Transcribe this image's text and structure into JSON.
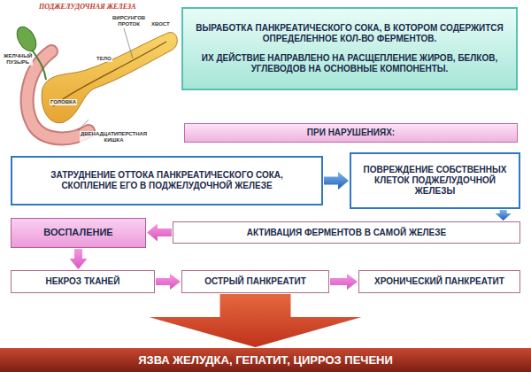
{
  "diagram": {
    "title": "ПОДЖЕЛУДОЧНАЯ ЖЕЛЕЗА",
    "nodes": [
      {
        "text": [
          "ВЫРАБОТКА ПАНКРЕАТИЧЕСКОГО СОКА, В КОТОРОМ СОДЕРЖИТСЯ ОПРЕДЕЛЕННОЕ КОЛ-ВО ФЕРМЕНТОВ.",
          "ИХ ДЕЙСТВИЕ НАПРАВЛЕНО НА РАСЩЕПЛЕНИЕ ЖИРОВ, БЕЛКОВ, УГЛЕВОДОВ НА ОСНОВНЫЕ КОМПОНЕНТЫ."
        ]
      },
      {
        "text": [
          "ПРИ НАРУШЕНИЯХ:"
        ]
      },
      {
        "text": [
          "ЗАТРУДНЕНИЕ ОТТОКА ПАНКРЕАТИЧЕСКОГО СОКА, СКОПЛЕНИЕ ЕГО В ПОДЖЕЛУДОЧНОЙ ЖЕЛЕЗЕ"
        ]
      },
      {
        "text": [
          "ПОВРЕЖДЕНИЕ СОБСТВЕННЫХ КЛЕТОК ПОДЖЕЛУДОЧНОЙ ЖЕЛЕЗЫ"
        ]
      },
      {
        "text": [
          "АКТИВАЦИЯ ФЕРМЕНТОВ В САМОЙ ЖЕЛЕЗЕ"
        ]
      },
      {
        "text": [
          "ВОСПАЛЕНИЕ"
        ]
      },
      {
        "text": [
          "НЕКРОЗ ТКАНЕЙ"
        ]
      },
      {
        "text": [
          "ОСТРЫЙ ПАНКРЕАТИТ"
        ]
      },
      {
        "text": [
          "ХРОНИЧЕСКИЙ ПАНКРЕАТИТ"
        ]
      },
      {
        "text": [
          "ЯЗВА ЖЕЛУДКА, ГЕПАТИТ, ЦИРРОЗ ПЕЧЕНИ"
        ]
      }
    ],
    "edges": [
      {
        "from": 2,
        "to": 3,
        "arrow": "to"
      },
      {
        "from": 3,
        "to": 4,
        "arrow": "to"
      },
      {
        "from": 4,
        "to": 5,
        "arrow": "to"
      },
      {
        "from": 5,
        "to": 6,
        "arrow": "to"
      },
      {
        "from": 6,
        "to": 7,
        "arrow": "to"
      },
      {
        "from": 7,
        "to": 8,
        "arrow": "to"
      },
      {
        "from": 7,
        "to": 9,
        "arrow": "to"
      }
    ],
    "labels": [
      "ЖЕЛЧНЫЙ ПУЗЫРЬ",
      "ВИРСУНГОВ ПРОТОК",
      "ХВОСТ",
      "ТЕЛО",
      "ГОЛОВКА",
      "ДВЕНАДЦАТИПЕРСТНАЯ КИШКА"
    ]
  }
}
